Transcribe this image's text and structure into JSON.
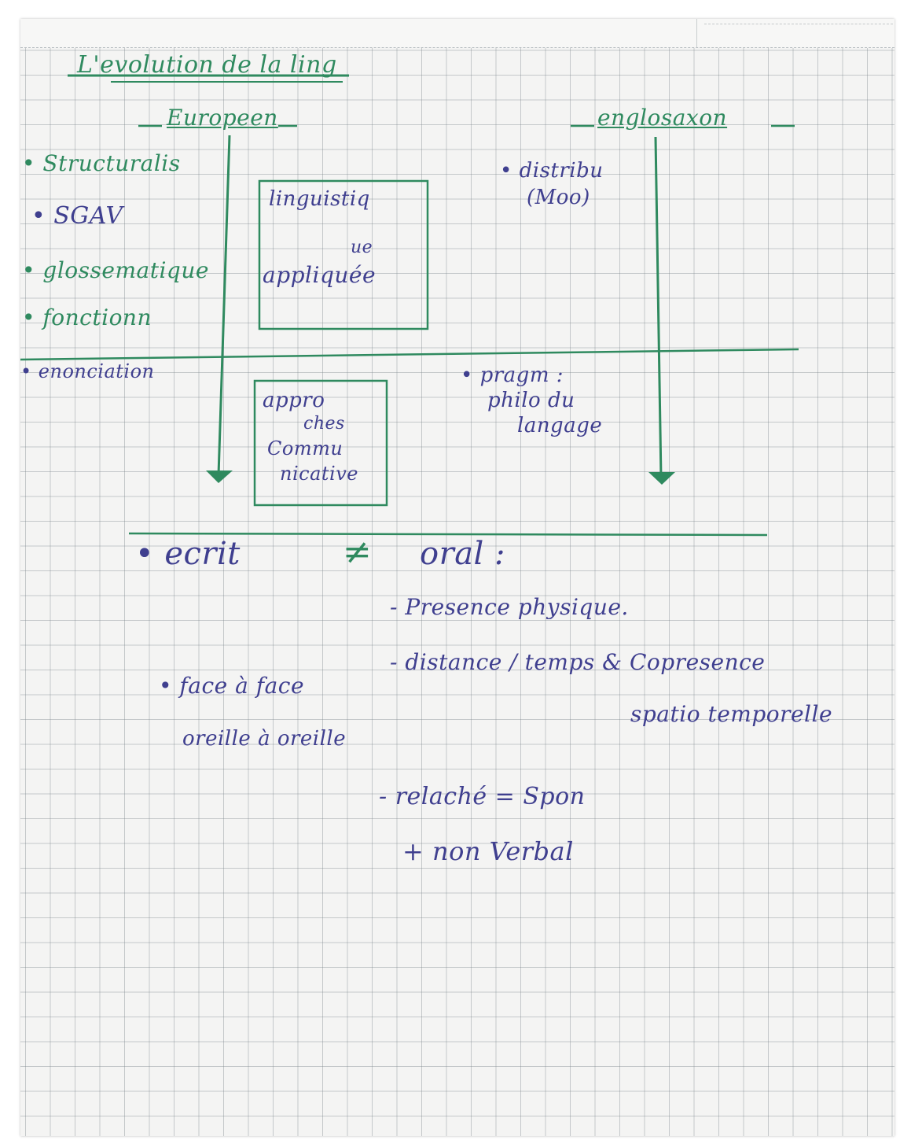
{
  "title": "L'evolution de la ling",
  "columns": {
    "left_heading": "Europeen",
    "right_heading": "englosaxon"
  },
  "left_list": [
    "Structuralis",
    "SGAV",
    "glossematique",
    "fonctionn",
    "enonciation"
  ],
  "box_top": {
    "line1": "linguistiq",
    "line2": "ue",
    "line3": "appliquée"
  },
  "box_bottom": {
    "line1": "appro",
    "line2": "ches",
    "line3": "Commu",
    "line4": "nicative"
  },
  "right_list": {
    "item1_line1": "distribu",
    "item1_line2": "(Moo)",
    "item2_line1": "pragm :",
    "item2_line2": "philo du",
    "item2_line3": "langage"
  },
  "comparison": {
    "left": "ecrit",
    "symbol": "≠",
    "right": "oral :"
  },
  "oral_points": {
    "p1": "Presence physique.",
    "p2a": "distance / temps & Copresence",
    "p2b": "spatio temporelle",
    "p3": "relaché = Spon",
    "p4": "+ non Verbal"
  },
  "left_note": {
    "line1": "face à face",
    "line2": "oreille à oreille"
  },
  "colors": {
    "green_ink": "#2f8a5f",
    "blue_ink": "#3f3f8f",
    "grid": "#8a9296",
    "paper": "#f4f4f3"
  }
}
